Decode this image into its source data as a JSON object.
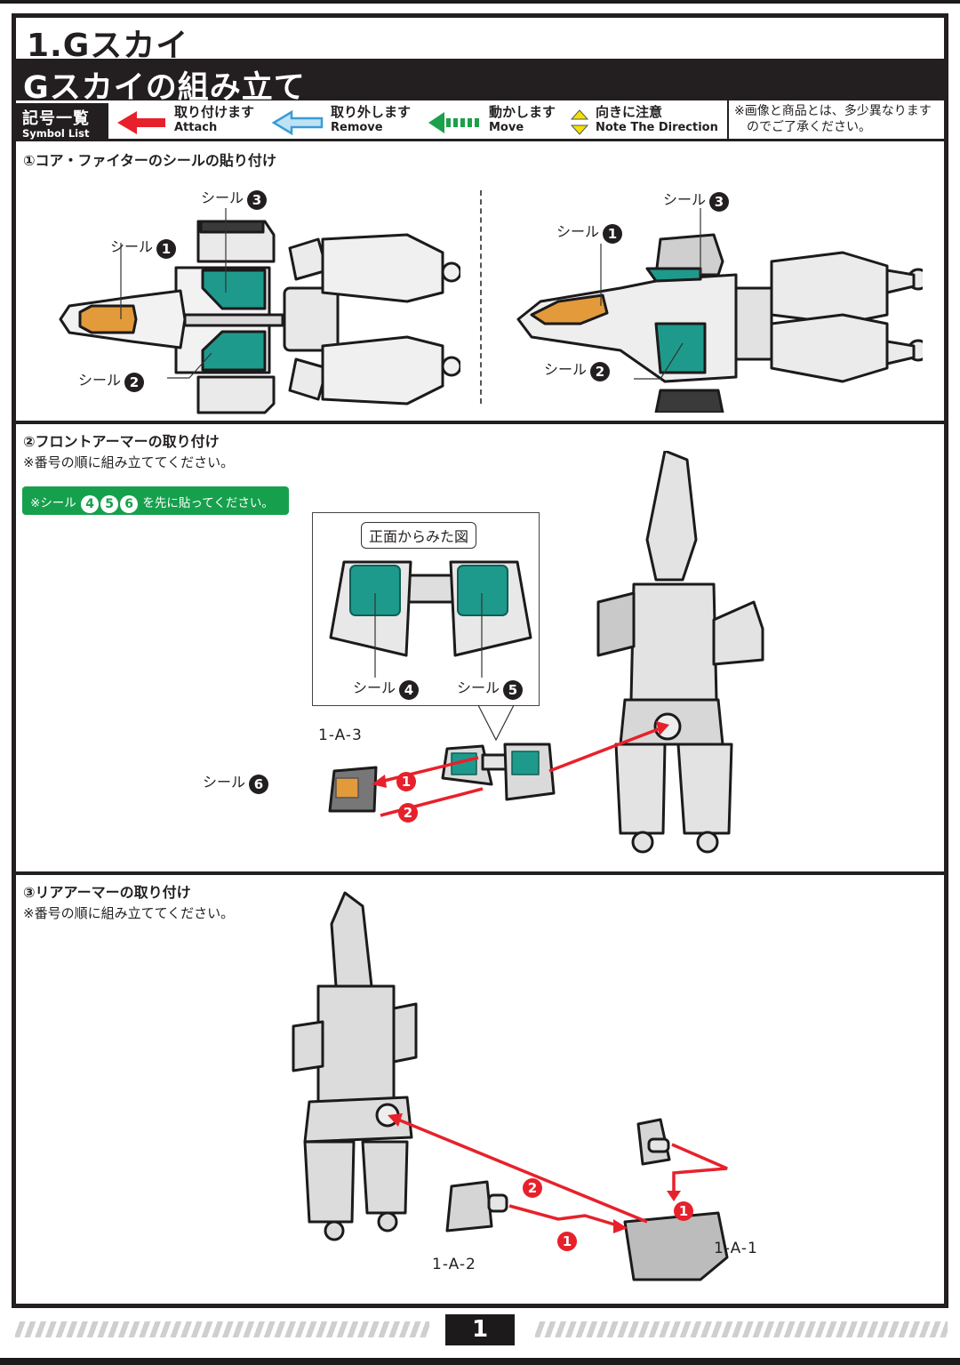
{
  "header": {
    "step_title": "1.Gスカイ",
    "subtitle": "Gスカイの組み立て"
  },
  "symbol_list": {
    "title_jp": "記号一覧",
    "title_en": "Symbol List",
    "items": [
      {
        "icon": "red-arrow-left-icon",
        "jp": "取り付けます",
        "en": "Attach",
        "color": "#e7212b"
      },
      {
        "icon": "outline-blue-arrow-left-icon",
        "jp": "取り外します",
        "en": "Remove",
        "color": "#3a9bd7"
      },
      {
        "icon": "green-dotted-arrow-left-icon",
        "jp": "動かします",
        "en": "Move",
        "color": "#1aa14a"
      },
      {
        "icon": "yellow-direction-triangles-icon",
        "jp": "向きに注意",
        "en": "Note The Direction",
        "color": "#f4e000"
      }
    ],
    "disclaimer_line1": "※画像と商品とは、多少異なります",
    "disclaimer_line2": "のでご了承ください。"
  },
  "sections": [
    {
      "title": "①コア・ファイターのシールの貼り付け",
      "callouts": [
        {
          "label": "シール",
          "num": "1"
        },
        {
          "label": "シール",
          "num": "2"
        },
        {
          "label": "シール",
          "num": "3"
        }
      ]
    },
    {
      "title": "②フロントアーマーの取り付け",
      "note": "※番号の順に組み立ててください。",
      "green_note_prefix": "※シール",
      "green_note_nums": [
        "4",
        "5",
        "6"
      ],
      "green_note_suffix": "を先に貼ってください。",
      "front_view_label": "正面からみた図",
      "callouts": [
        {
          "label": "シール",
          "num": "4"
        },
        {
          "label": "シール",
          "num": "5"
        },
        {
          "label": "シール",
          "num": "6"
        }
      ],
      "part_numbers": [
        "1-A-3"
      ],
      "step_markers": [
        "1",
        "2"
      ]
    },
    {
      "title": "③リアアーマーの取り付け",
      "note": "※番号の順に組み立ててください。",
      "part_numbers": [
        "1-A-1",
        "1-A-2"
      ],
      "step_markers": [
        "1",
        "1",
        "2"
      ]
    }
  ],
  "footer": {
    "page_number": "1"
  },
  "colors": {
    "sticker_teal": "#1e9a8c",
    "sticker_orange": "#e39a3b",
    "arrow_red": "#e7212b",
    "note_green": "#16a04d",
    "frame_dark": "#231f20"
  }
}
